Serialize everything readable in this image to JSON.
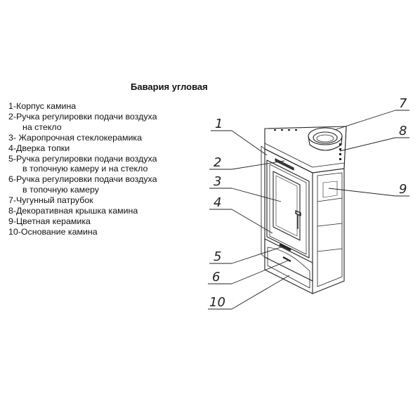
{
  "title": "Бавария угловая",
  "legend": [
    {
      "line1": "1-Корпус камина"
    },
    {
      "line1": "2-Ручка регулировки подачи воздуха",
      "line2": "на стекло"
    },
    {
      "line1": "3- Жаропрочная стеклокерамика"
    },
    {
      "line1": "4-Дверка топки"
    },
    {
      "line1": "5-Ручка регулировки подачи воздуха",
      "line2": "в топочную камеру и на стекло"
    },
    {
      "line1": "6-Ручка регулировки подачи воздуха",
      "line2": "в топочную камеру"
    },
    {
      "line1": "7-Чугунный патрубок"
    },
    {
      "line1": "8-Декоративная крышка камина"
    },
    {
      "line1": "9-Цветная керамика"
    },
    {
      "line1": "10-Основание камина"
    }
  ],
  "callouts": [
    "1",
    "2",
    "3",
    "4",
    "5",
    "6",
    "7",
    "8",
    "9",
    "10"
  ]
}
